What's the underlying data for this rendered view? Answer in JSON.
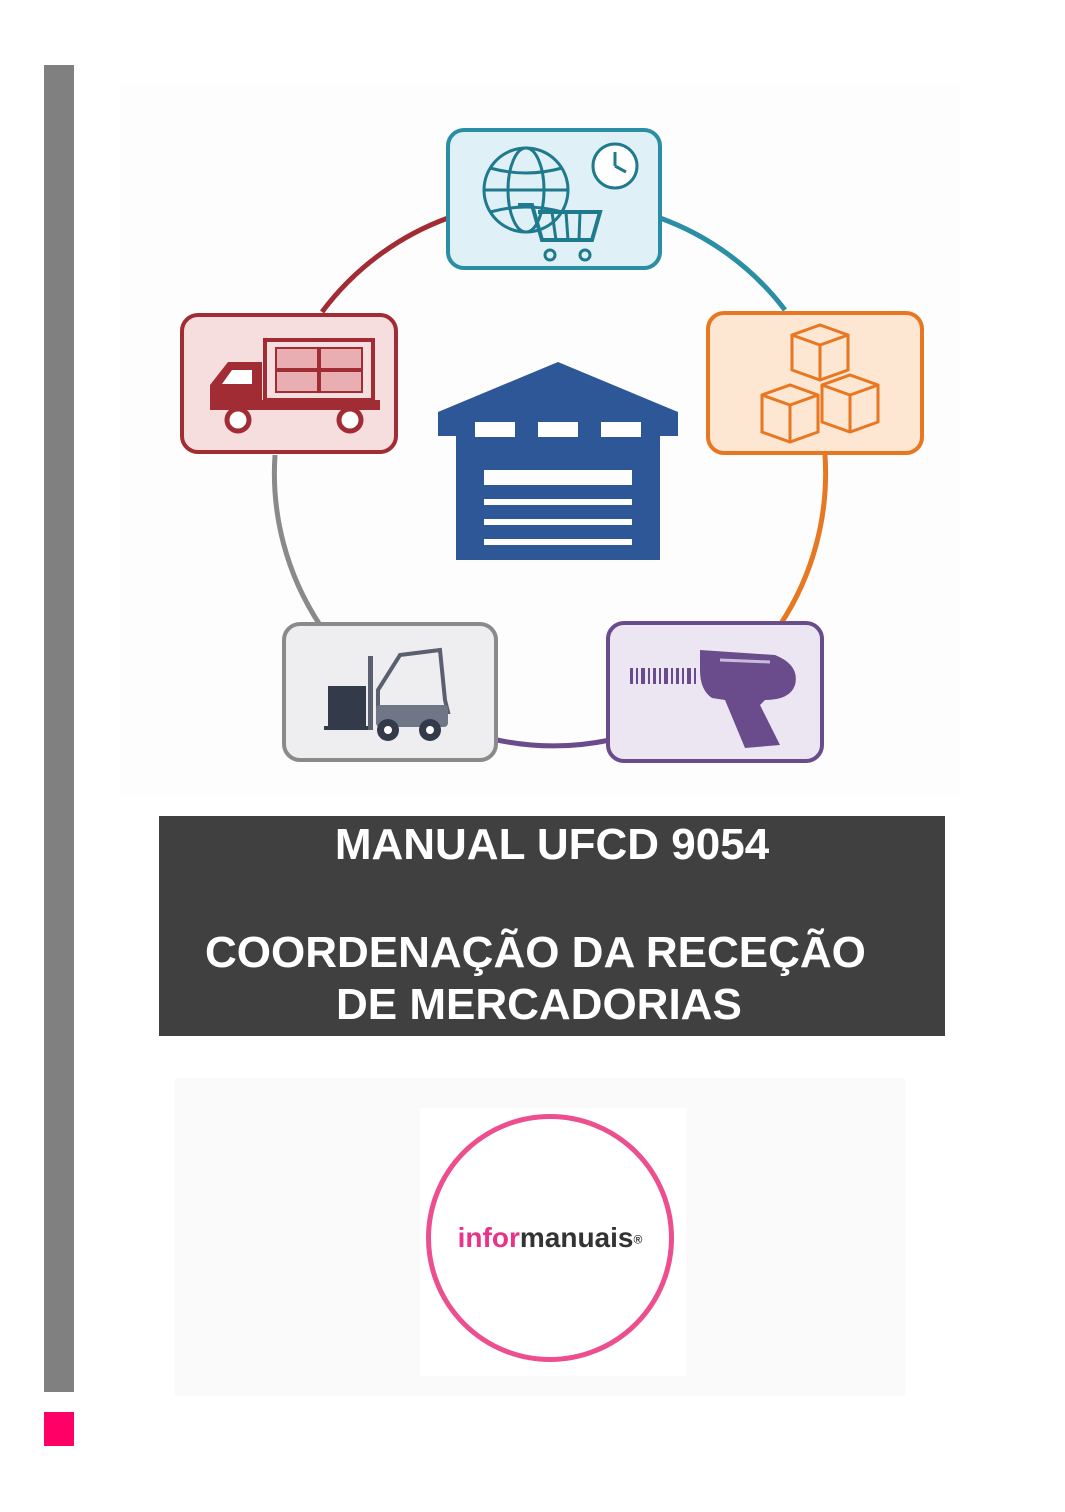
{
  "cover": {
    "title_line1": "MANUAL UFCD 9054",
    "title_line2": "COORDENAÇÃO DA RECEÇÃO",
    "title_line3": "DE MERCADORIAS"
  },
  "logo": {
    "part1": "infor",
    "part2": "manuais",
    "registered": "®"
  },
  "colors": {
    "side_bar": "#808080",
    "accent_square": "#ff0066",
    "title_box": "#404040",
    "warehouse": "#2d5796",
    "online_order": "#2a8ea4",
    "boxes": "#e87722",
    "scanner": "#6a4c8c",
    "forklift": "#8a8a8a",
    "truck": "#a12c34",
    "logo_ring": "#ec4e8e"
  },
  "icons": [
    "warehouse-icon",
    "globe-cart-icon",
    "clock-icon",
    "boxes-icon",
    "barcode-scanner-icon",
    "forklift-icon",
    "truck-icon"
  ]
}
